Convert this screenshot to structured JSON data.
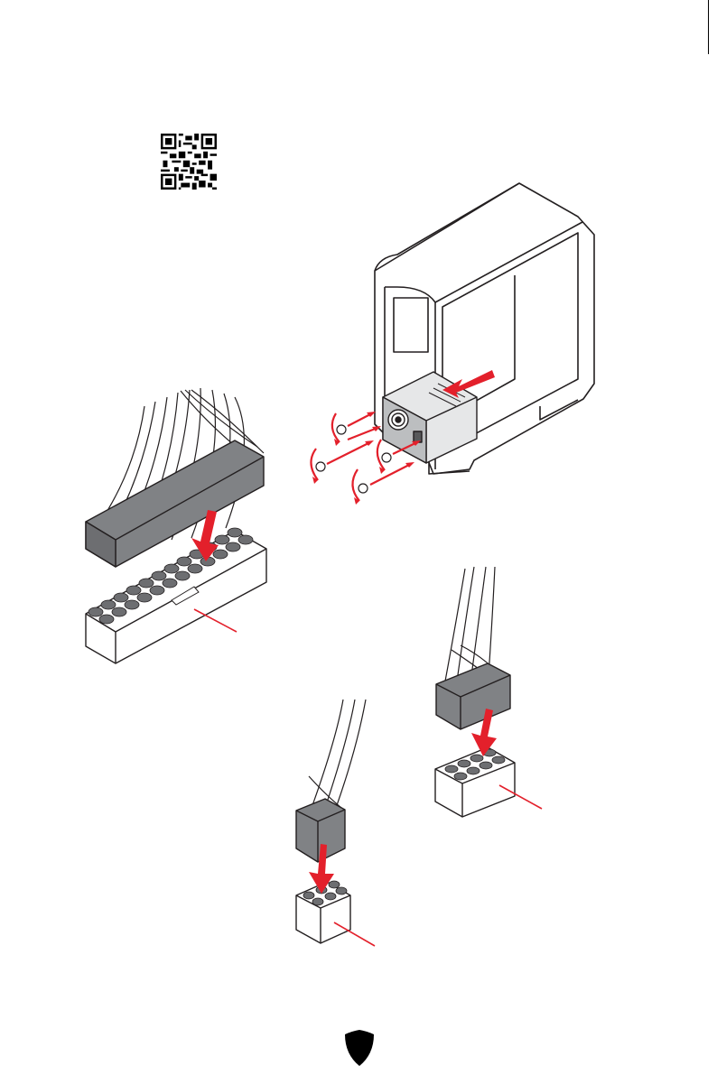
{
  "page": {
    "title": "",
    "caption": ""
  },
  "colors": {
    "accent": "#e3202b",
    "line": "#231f20",
    "connector_fill": "#6d6e71",
    "connector_light": "#ffffff",
    "case_fill": "#ffffff",
    "psu_fill": "#d1d3d4"
  },
  "icons": {
    "qr": "qr-code-icon",
    "shield": "msi-shield-icon",
    "arrow": "insert-arrow-icon",
    "screw": "screw-icon"
  },
  "figures": {
    "psu_install": "psu-install-illustration",
    "atx_24pin": "atx-24pin-connector",
    "cpu_8pin": "cpu-8pin-connector",
    "pcie_6pin": "pcie-6pin-connector"
  }
}
